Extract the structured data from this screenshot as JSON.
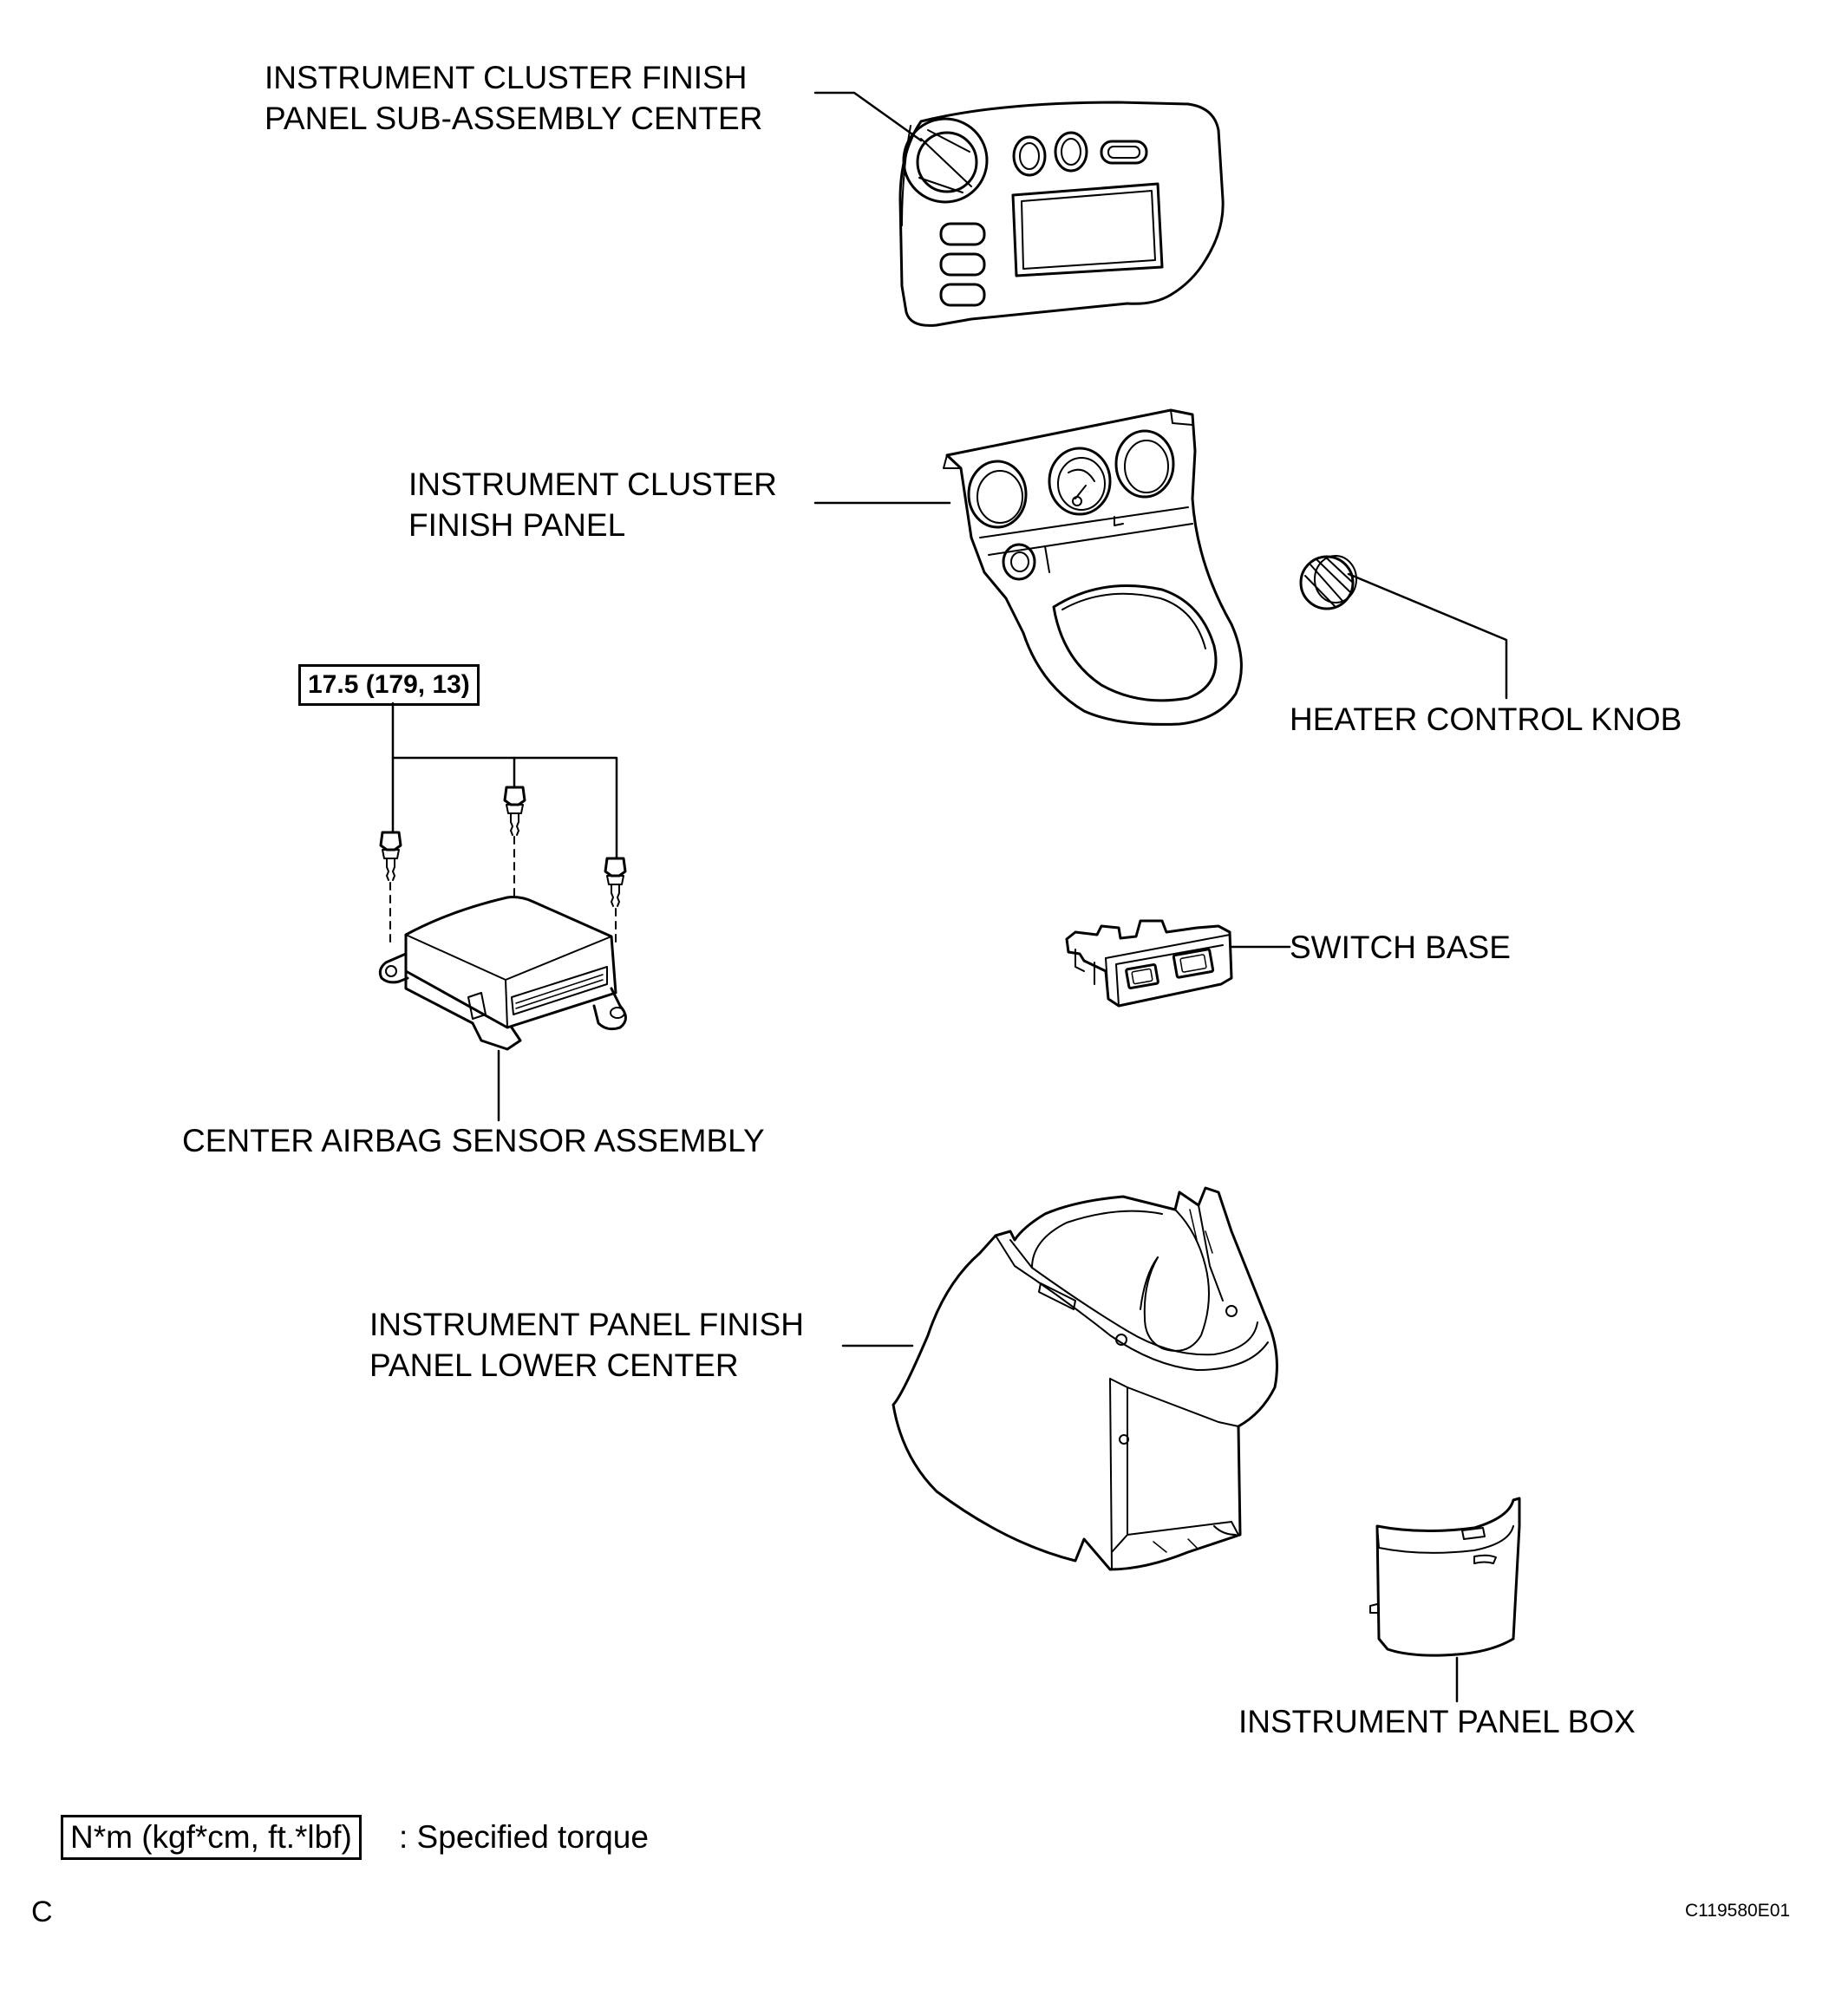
{
  "labels": {
    "cluster_center": [
      "INSTRUMENT CLUSTER FINISH",
      "PANEL SUB-ASSEMBLY CENTER"
    ],
    "cluster_panel": [
      "INSTRUMENT CLUSTER",
      "FINISH PANEL"
    ],
    "heater_knob": "HEATER CONTROL KNOB",
    "switch_base": "SWITCH BASE",
    "airbag_sensor": "CENTER AIRBAG SENSOR ASSEMBLY",
    "lower_center": [
      "INSTRUMENT PANEL FINISH",
      "PANEL LOWER CENTER"
    ],
    "panel_box": "INSTRUMENT PANEL BOX"
  },
  "torque": "17.5 (179, 13)",
  "legend": {
    "box": "N*m (kgf*cm, ft.*lbf)",
    "text": ": Specified torque"
  },
  "corner_letter": "C",
  "figure_code": "C119580E01"
}
